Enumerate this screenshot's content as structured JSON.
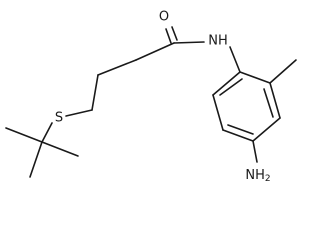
{
  "diagram": {
    "labels": {
      "carbonyl_oxygen": "O",
      "amide_nitrogen": "NH",
      "sulfur": "S",
      "amine": "NH",
      "amine_subscript": "2"
    }
  }
}
